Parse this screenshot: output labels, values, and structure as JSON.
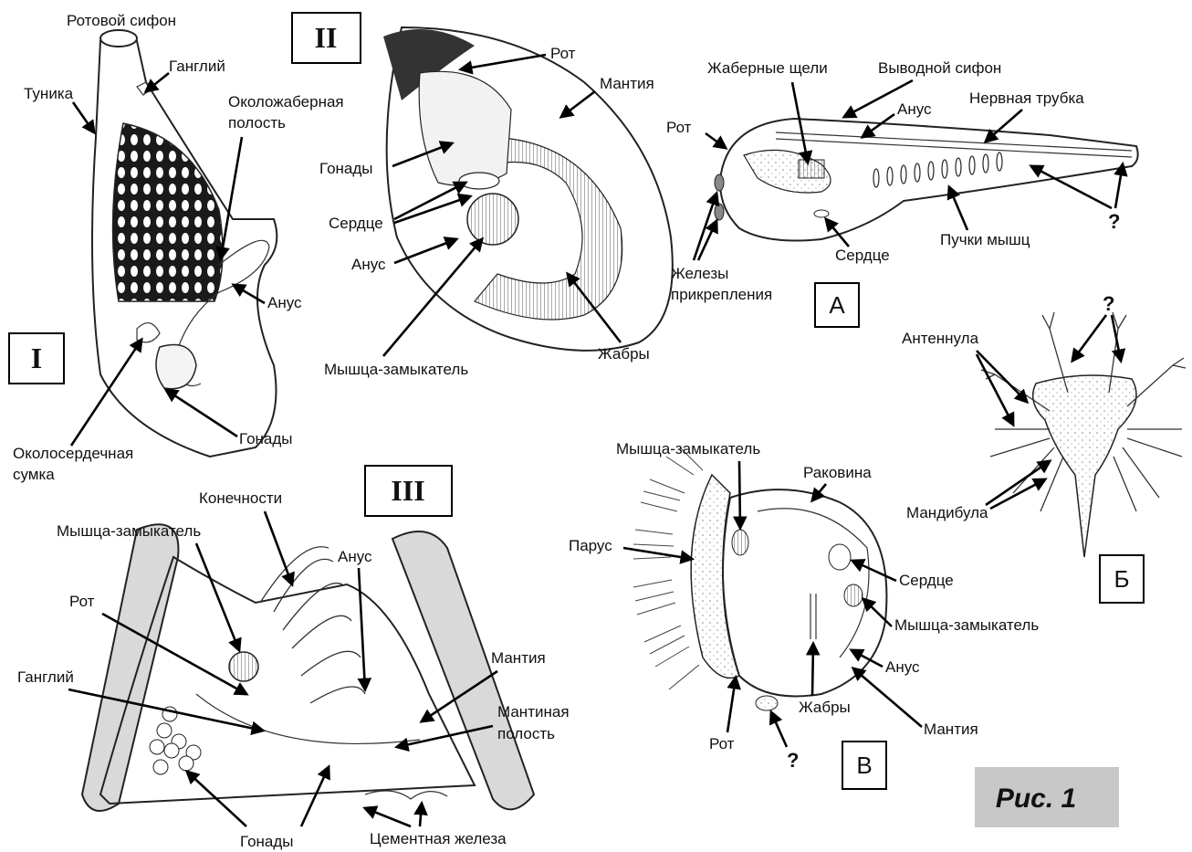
{
  "figure_caption": "Рис. 1",
  "panel_numbers": {
    "I": "I",
    "II": "II",
    "III": "III"
  },
  "panel_letters": {
    "A": "A",
    "B": "Б",
    "V": "В"
  },
  "question_mark": "?",
  "colors": {
    "caption_bg": "#c8c8c8",
    "shell_fill": "#d9d9d9",
    "gill_dark": "#1a1a1a"
  },
  "labels": {
    "p1": {
      "oral_siphon": "Ротовой сифон",
      "ganglion": "Ганглий",
      "tunic": "Туника",
      "peribranchial_1": "Околожаберная",
      "peribranchial_2": "полость",
      "anus": "Анус",
      "gonads": "Гонады",
      "pericardial_1": "Околосердечная",
      "pericardial_2": "сумка"
    },
    "p2": {
      "mouth": "Рот",
      "mantle": "Мантия",
      "gonads": "Гонады",
      "heart": "Сердце",
      "anus": "Анус",
      "gills": "Жабры",
      "adductor": "Мышца-замыкатель"
    },
    "pA": {
      "gill_slits": "Жаберные щели",
      "exhalant_siphon": "Выводной сифон",
      "mouth": "Рот",
      "anus": "Анус",
      "nerve_tube": "Нервная трубка",
      "heart": "Сердце",
      "muscle_bundles": "Пучки мышц",
      "adhesive_1": "Железы",
      "adhesive_2": "прикрепления"
    },
    "pB": {
      "antennule": "Антеннула",
      "mandible": "Мандибула"
    },
    "p3": {
      "limbs": "Конечности",
      "adductor": "Мышца-замыкатель",
      "anus": "Анус",
      "mouth": "Рот",
      "ganglion": "Ганглий",
      "mantle": "Мантия",
      "mantle_cavity_1": "Мантиная",
      "mantle_cavity_2": "полость",
      "gonads": "Гонады",
      "cement_gland": "Цементная железа"
    },
    "pV": {
      "adductor_top": "Мышца-замыкатель",
      "shell": "Раковина",
      "velum": "Парус",
      "heart": "Сердце",
      "adductor_right": "Мышца-замыкатель",
      "anus": "Анус",
      "gills": "Жабры",
      "mantle": "Мантия",
      "mouth": "Рот"
    }
  }
}
